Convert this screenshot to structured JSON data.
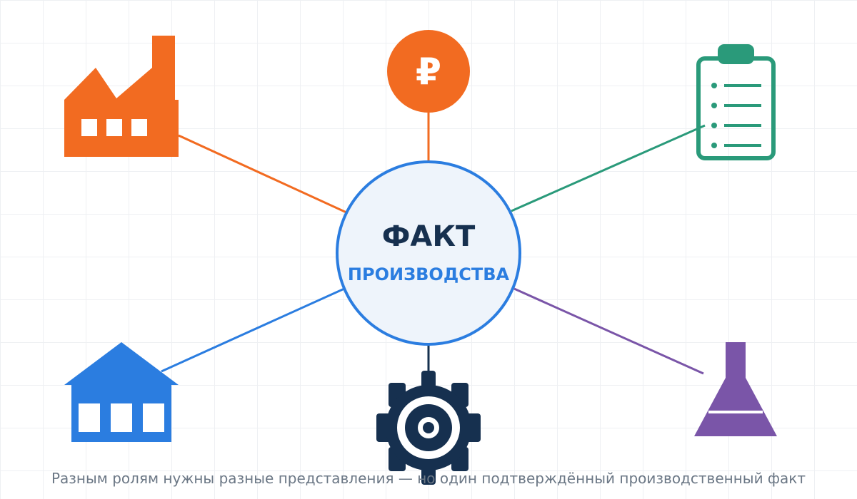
{
  "center": {
    "title": "ФАКТ",
    "subtitle": "ПРОИЗВОДСТВА"
  },
  "nodes": [
    {
      "icon": "factory-icon",
      "color": "#f26b21"
    },
    {
      "icon": "ruble-icon",
      "color": "#f26b21",
      "glyph": "₽"
    },
    {
      "icon": "clipboard-checklist-icon",
      "color": "#2a9a7a"
    },
    {
      "icon": "warehouse-icon",
      "color": "#2b7de0"
    },
    {
      "icon": "gear-icon",
      "color": "#16304f"
    },
    {
      "icon": "flask-icon",
      "color": "#7a55a8"
    }
  ],
  "colors": {
    "center_stroke": "#2b7de0",
    "center_fill": "#eef4fb",
    "title": "#16304f",
    "subtitle": "#2b7de0",
    "caption": "#6b7785"
  },
  "caption": "Разным ролям нужны разные представления — но один подтверждённый производственный факт"
}
